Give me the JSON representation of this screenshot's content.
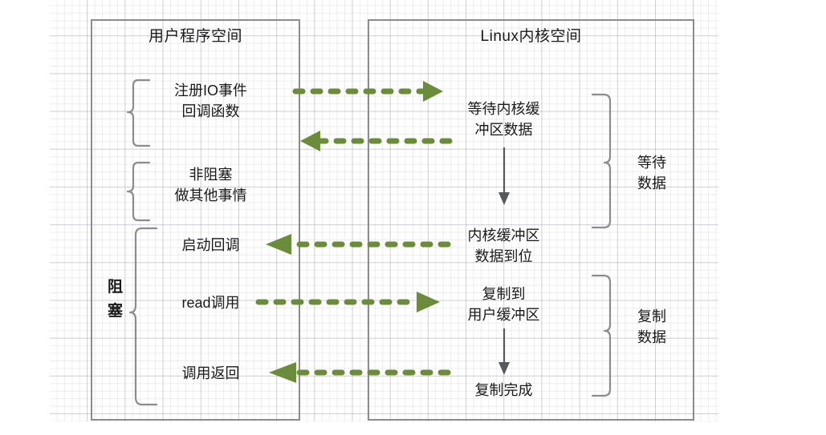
{
  "diagram": {
    "title": "Linux IO model - signal driven / asynchronous style flow",
    "colors": {
      "arrow_green": "#6b8c3a",
      "box_border": "#8c8c8c",
      "brace_gray": "#8c8c8c",
      "text": "#1a1a1a",
      "grid_line": "#c8c8d0",
      "background": "#ffffff"
    },
    "user_space": {
      "title": "用户程序空间",
      "labels": {
        "register_io": "注册IO事件\n回调函数",
        "nonblocking": "非阻塞\n做其他事情",
        "start_callback": "启动回调",
        "read_call": "read调用",
        "call_return": "调用返回",
        "blocking": "阻\n塞"
      }
    },
    "kernel_space": {
      "title": "Linux内核空间",
      "labels": {
        "wait_kernel_buffer": "等待内核缓\n冲区数据",
        "buffer_ready": "内核缓冲区\n数据到位",
        "copy_to_user": "复制到\n用户缓冲区",
        "copy_done": "复制完成"
      },
      "braces": {
        "wait_data": "等待\n数据",
        "copy_data": "复制\n数据"
      }
    },
    "arrows": [
      {
        "name": "register-io-arrow",
        "direction": "right",
        "style": "dashed-green",
        "from": "用户程序空间",
        "to": "Linux内核空间",
        "label": "注册IO事件回调函数"
      },
      {
        "name": "wait-return-arrow",
        "direction": "left",
        "style": "dashed-green",
        "from": "Linux内核空间",
        "to": "用户程序空间",
        "label": "等待内核缓冲区数据"
      },
      {
        "name": "start-callback-arrow",
        "direction": "left",
        "style": "dashed-green",
        "from": "Linux内核空间",
        "to": "用户程序空间",
        "label": "启动回调"
      },
      {
        "name": "read-call-arrow",
        "direction": "right",
        "style": "dashed-green",
        "from": "用户程序空间",
        "to": "Linux内核空间",
        "label": "read调用"
      },
      {
        "name": "call-return-arrow",
        "direction": "left",
        "style": "dashed-green",
        "from": "Linux内核空间",
        "to": "用户程序空间",
        "label": "调用返回"
      },
      {
        "name": "kernel-wait-down-arrow",
        "direction": "down",
        "style": "solid-gray",
        "from": "等待内核缓冲区数据",
        "to": "内核缓冲区数据到位"
      },
      {
        "name": "kernel-copy-down-arrow",
        "direction": "down",
        "style": "solid-gray",
        "from": "复制到用户缓冲区",
        "to": "复制完成"
      }
    ]
  }
}
